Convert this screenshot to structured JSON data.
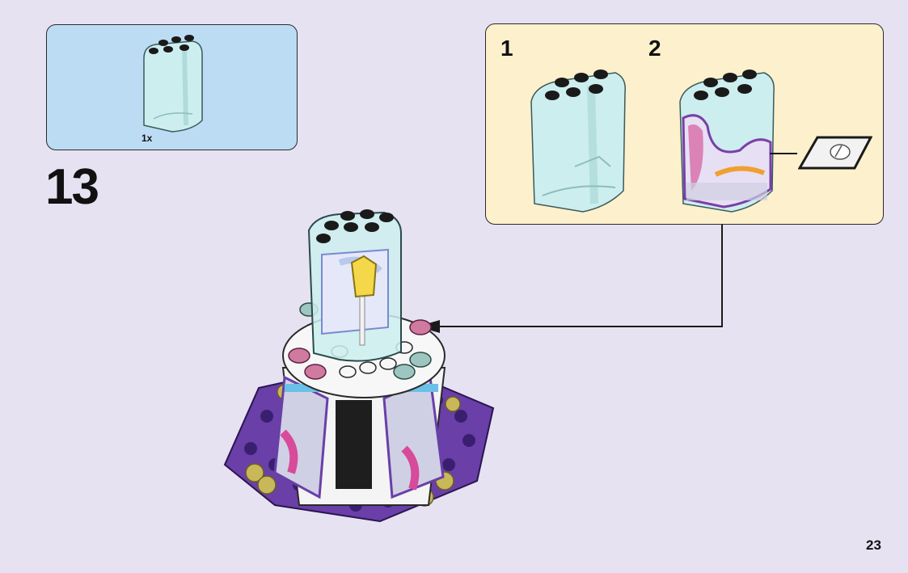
{
  "parts_list": {
    "quantity": "1x"
  },
  "step": {
    "number": "13"
  },
  "substeps": [
    {
      "label": "1"
    },
    {
      "label": "2"
    }
  ],
  "page": {
    "number": "23"
  },
  "colors": {
    "background": "#e6e2f2",
    "parts_panel": "#bcdcf4",
    "substep_panel": "#fdf0cc",
    "trans_light_blue": "#cdeeee",
    "purple": "#6a3fa8",
    "magenta": "#c04a8e"
  },
  "icons": [
    "transparent-cylinder-brick-icon",
    "sticker-icon",
    "arrow-icon"
  ]
}
